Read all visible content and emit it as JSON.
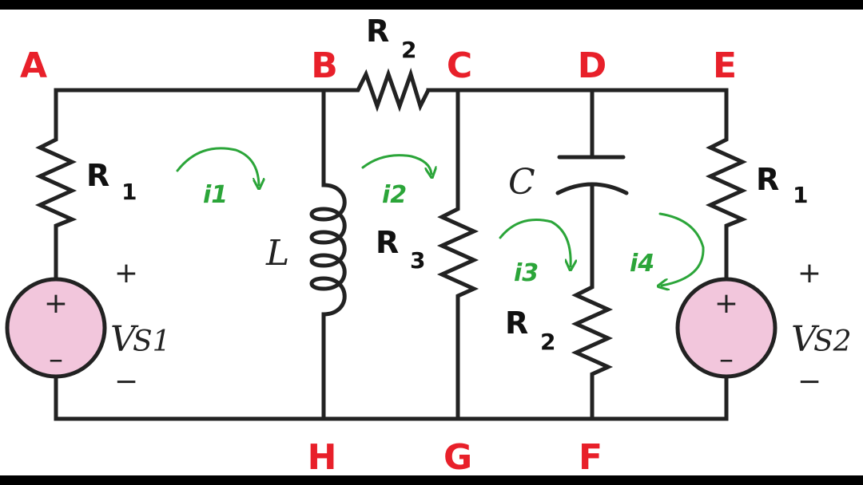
{
  "colors": {
    "node_label": "#e8202a",
    "current": "#2ba539",
    "source_fill": "#f2c6dc",
    "wire": "#222222",
    "background": "#ffffff",
    "frame": "#000000"
  },
  "nodes": {
    "A": "A",
    "B": "B",
    "C": "C",
    "D": "D",
    "E": "E",
    "F": "F",
    "G": "G",
    "H": "H"
  },
  "components": {
    "r1_left": {
      "letter": "R",
      "sub": "1"
    },
    "r2_top": {
      "letter": "R",
      "sub": "2"
    },
    "r3": {
      "letter": "R",
      "sub": "3"
    },
    "r2_right": {
      "letter": "R",
      "sub": "2"
    },
    "r1_right": {
      "letter": "R",
      "sub": "1"
    },
    "inductor": {
      "letter": "L"
    },
    "capacitor": {
      "letter": "C"
    },
    "vs1": {
      "letter": "V",
      "sub": "S1",
      "plus": "+",
      "minus": "−",
      "inner_plus": "+",
      "inner_minus": "–"
    },
    "vs2": {
      "letter": "V",
      "sub": "S2",
      "plus": "+",
      "minus": "−",
      "inner_plus": "+",
      "inner_minus": "–"
    }
  },
  "currents": {
    "i1": "i1",
    "i2": "i2",
    "i3": "i3",
    "i4": "i4"
  }
}
